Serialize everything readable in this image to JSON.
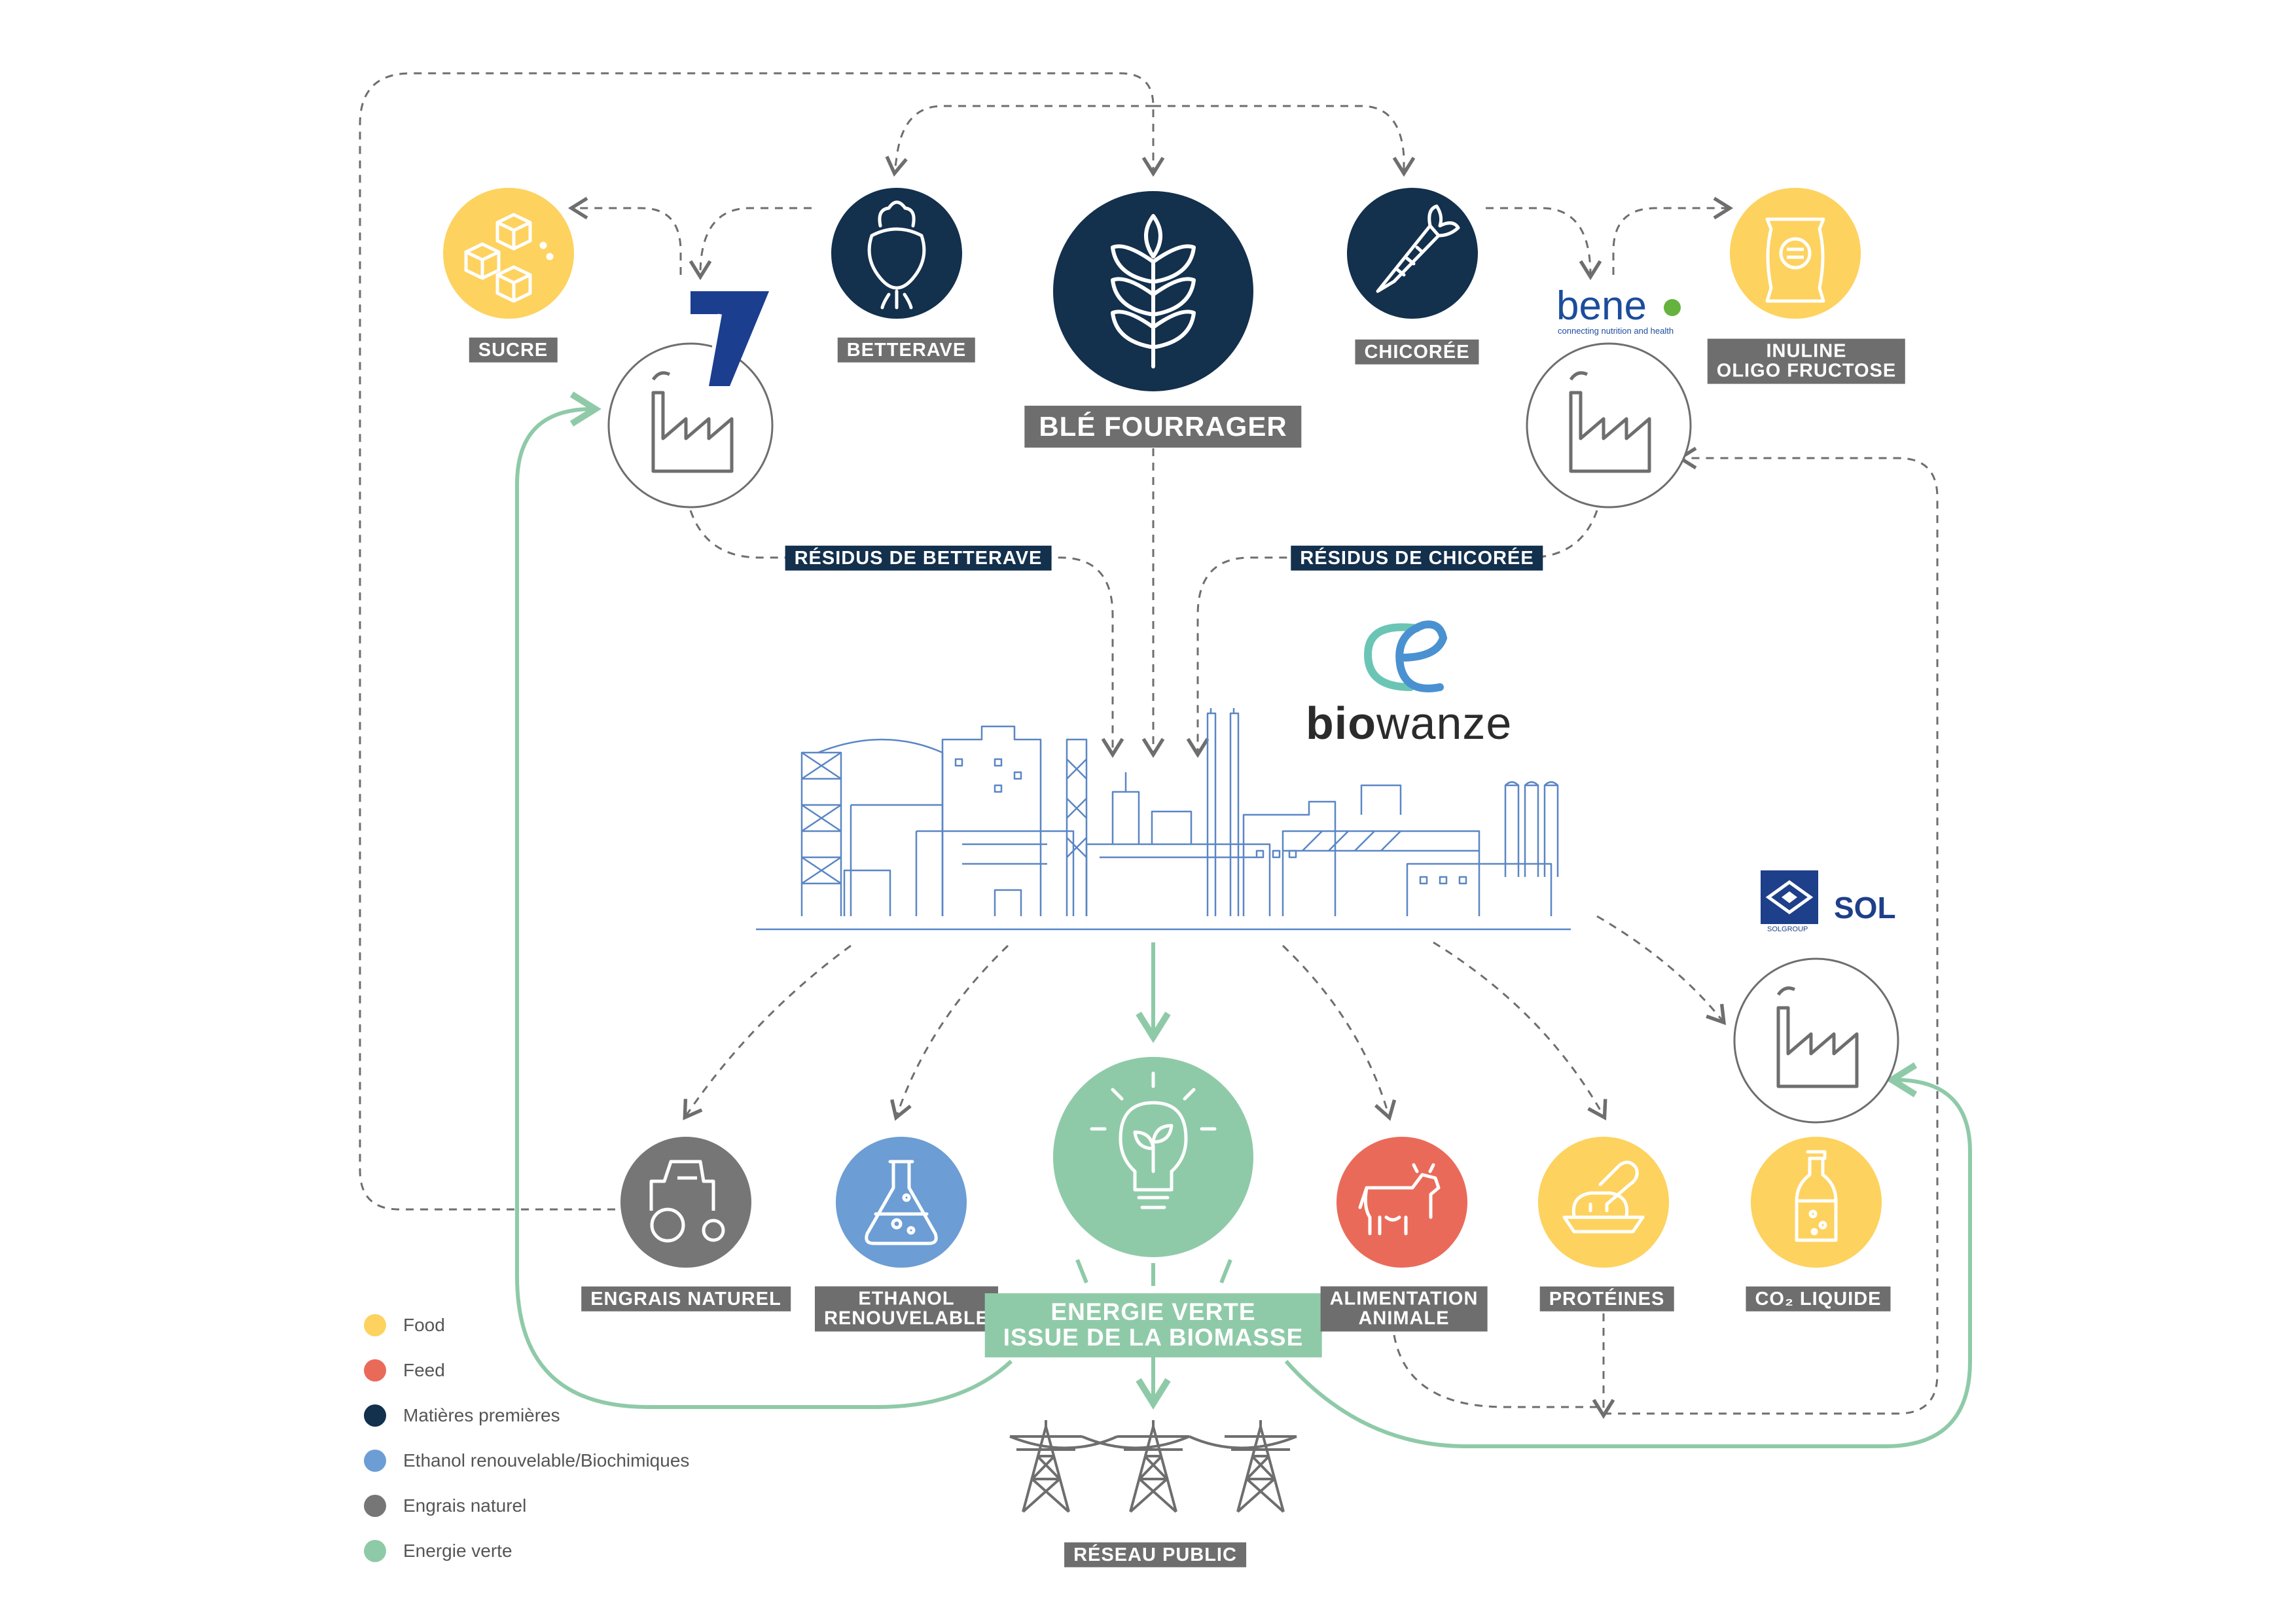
{
  "colors": {
    "food": "#fdd25e",
    "feed": "#ea6a5a",
    "raw": "#13304d",
    "ethanol": "#6c9dd4",
    "fertilizer": "#767676",
    "green": "#8fcaa8",
    "arrow_grey": "#6e6e6e",
    "plant_line": "#5a86c4"
  },
  "raw_materials": {
    "betterave": "BETTERAVE",
    "ble": "BLÉ FOURRAGER",
    "chicoree": "CHICORÉE"
  },
  "products_top": {
    "sucre": "SUCRE",
    "inuline_line1": "INULINE",
    "inuline_line2": "OLIGO FRUCTOSE"
  },
  "residues": {
    "betterave": "RÉSIDUS DE BETTERAVE",
    "chicoree": "RÉSIDUS DE CHICORÉE"
  },
  "outputs": {
    "engrais": "ENGRAIS NATUREL",
    "ethanol_line1": "ETHANOL",
    "ethanol_line2": "RENOUVELABLE",
    "energie_line1": "ENERGIE VERTE",
    "energie_line2": "ISSUE DE LA BIOMASSE",
    "alimentation_line1": "ALIMENTATION",
    "alimentation_line2": "ANIMALE",
    "proteines": "PROTÉINES",
    "co2": "CO₂ LIQUIDE",
    "reseau": "RÉSEAU PUBLIC"
  },
  "logos": {
    "biowanze_bio": "bio",
    "biowanze_wanze": "wanze",
    "beneo": "bene",
    "beneo_tagline": "connecting nutrition and health",
    "sol": "SOL",
    "sol_group": "SOLGROUP"
  },
  "icons": {
    "sugar": "sugar-cubes-icon",
    "beet": "beet-icon",
    "wheat": "wheat-icon",
    "carrot": "chicory-root-icon",
    "bag": "sack-icon",
    "factory": "factory-icon",
    "tractor": "tractor-icon",
    "flask": "flask-icon",
    "bulb": "leaf-bulb-icon",
    "cow": "cow-icon",
    "bread": "bread-icon",
    "bottle": "bottle-icon",
    "pylon": "power-pylon-icon"
  },
  "legend": [
    {
      "label": "Food",
      "color": "#fdd25e"
    },
    {
      "label": "Feed",
      "color": "#ea6a5a"
    },
    {
      "label": "Matières premières",
      "color": "#13304d"
    },
    {
      "label": "Ethanol renouvelable/Biochimiques",
      "color": "#6c9dd4"
    },
    {
      "label": "Engrais naturel",
      "color": "#767676"
    },
    {
      "label": "Energie verte",
      "color": "#8fcaa8"
    }
  ]
}
